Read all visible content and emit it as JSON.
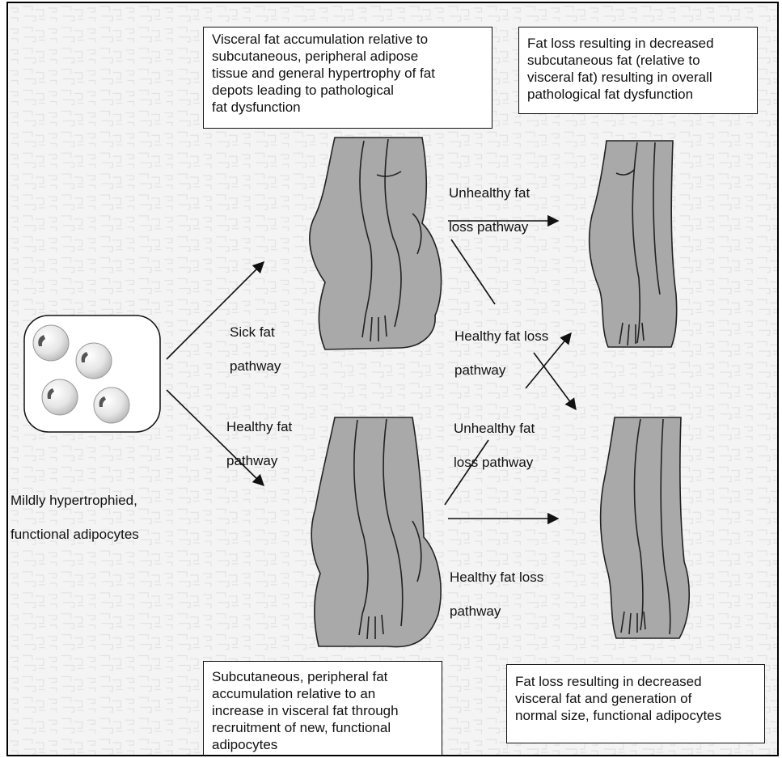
{
  "boxes": {
    "top_left": [
      "Visceral fat accumulation relative to",
      "subcutaneous, peripheral adipose",
      "tissue and general hypertrophy of fat",
      "depots leading to pathological",
      "fat dysfunction"
    ],
    "top_right": [
      "Fat loss resulting in decreased",
      "subcutaneous fat (relative to",
      "visceral fat) resulting in overall",
      "pathological fat dysfunction"
    ],
    "bottom_left": [
      "Subcutaneous, peripheral fat",
      "accumulation relative to an",
      "increase in visceral fat through",
      "recruitment of new, functional",
      "adipocytes"
    ],
    "bottom_right": [
      "Fat loss resulting in decreased",
      "visceral fat and generation of",
      "normal size, functional adipocytes"
    ]
  },
  "labels": {
    "adipocytes": [
      "Mildly hypertrophied,",
      "functional adipocytes"
    ],
    "sick_pathway": [
      "Sick fat",
      "pathway"
    ],
    "healthy_pathway": [
      "Healthy fat",
      "pathway"
    ],
    "unhealthy_loss_top": [
      "Unhealthy fat",
      "loss pathway"
    ],
    "healthy_loss_cross": [
      "Healthy fat loss",
      "pathway"
    ],
    "unhealthy_loss_cross": [
      "Unhealthy fat",
      "loss pathway"
    ],
    "healthy_loss_bottom": [
      "Healthy fat loss",
      "pathway"
    ]
  }
}
